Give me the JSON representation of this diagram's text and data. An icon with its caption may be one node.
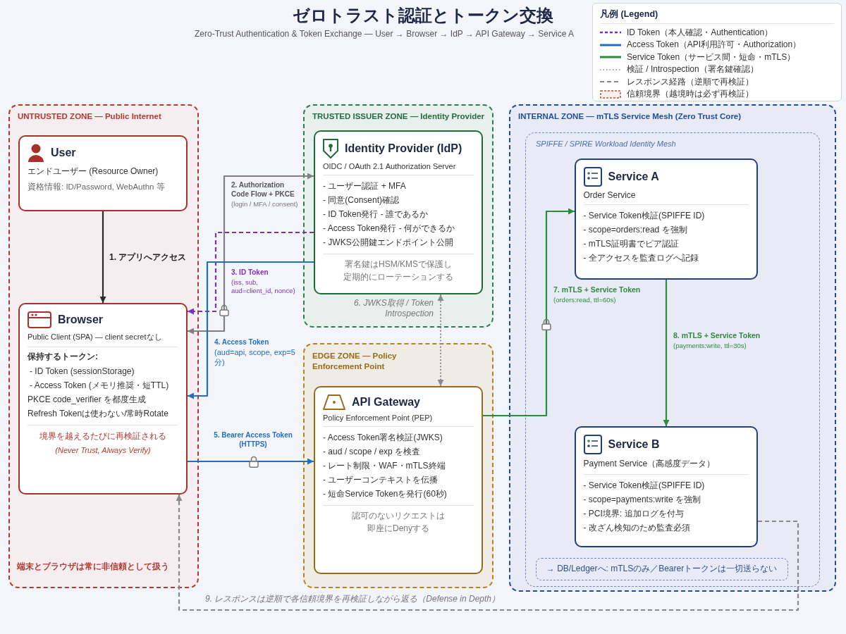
{
  "diagram": {
    "title": "ゼロトラスト認証とトークン交換",
    "nodes": [
      {
        "text": [
          "UNTRUSTED ZONE — Public Internet",
          "端末とブラウザは常に非信頼として扱う"
        ]
      },
      {
        "text": [
          "User",
          "エンドユーザー (Resource Owner)",
          "資格情報: ID/Password, WebAuthn 等"
        ],
        "in": 0
      },
      {
        "text": [
          "Browser",
          "Public Client (SPA) — client secretなし",
          "保持するトークン:",
          "- ID Token (sessionStorage)",
          "- Access Token (メモリ推奨・短TTL)",
          "PKCE code_verifier を都度生成",
          "Refresh Tokenは使わない/常時Rotate",
          "境界を越えるたびに再検証される",
          "(Never Trust, Always Verify)"
        ],
        "in": 0
      },
      {
        "text": [
          "TRUSTED ISSUER ZONE — Identity Provider"
        ]
      },
      {
        "text": [
          "Identity Provider (IdP)",
          "OIDC / OAuth 2.1 Authorization Server",
          "- ユーザー認証 + MFA",
          "- 同意(Consent)確認",
          "- ID Token発行 - 誰であるか",
          "- Access Token発行 - 何ができるか",
          "- JWKS公開鍵エンドポイント公開",
          "署名鍵はHSM/KMSで保護し定期的にローテーションする"
        ],
        "in": 3
      },
      {
        "text": [
          "EDGE ZONE — Policy Enforcement Point"
        ]
      },
      {
        "text": [
          "API Gateway",
          "Policy Enforcement Point (PEP)",
          "- Access Token署名検証(JWKS)",
          "- aud / scope / exp を検査",
          "- レート制限・WAF・mTLS終端",
          "- ユーザーコンテキストを伝播",
          "- 短命Service Tokenを発行(60秒)",
          "認可のないリクエストは即座にDenyする"
        ],
        "in": 5
      },
      {
        "text": [
          "INTERNAL ZONE — mTLS Service Mesh (Zero Trust Core)"
        ]
      },
      {
        "text": [
          "SPIFFE / SPIRE Workload Identity Mesh"
        ],
        "in": 7
      },
      {
        "text": [
          "Service A",
          "Order Service",
          "- Service Token検証(SPIFFE ID)",
          "- scope=orders:read を強制",
          "- mTLS証明書でピア認証",
          "- 全アクセスを監査ログへ記録"
        ],
        "in": 8
      },
      {
        "text": [
          "Service B",
          "Payment Service（高感度データ）",
          "- Service Token検証(SPIFFE ID)",
          "- scope=payments:write を強制",
          "- PCI境界: 追加ログを付与",
          "- 改ざん検知のため監査必須"
        ],
        "in": 8
      },
      {
        "text": [
          "→ DB/Ledgerへ: mTLSのみ／Bearerトークンは一切送らない"
        ],
        "in": 8
      }
    ],
    "edges": [
      {
        "from": 1,
        "to": 2,
        "arrow": "to",
        "label": "1. アプリへアクセス",
        "color": "#2b2b2b"
      },
      {
        "from": 2,
        "to": 4,
        "arrow": "both",
        "label": "2. Authorization Code Flow + PKCE",
        "color": "#808080"
      },
      {
        "from": 4,
        "to": 2,
        "arrow": "to",
        "label": "3. ID Token",
        "style": "dashed",
        "color": "#7b2fbf"
      },
      {
        "from": 4,
        "to": 2,
        "arrow": "to",
        "label": "4. Access Token",
        "color": "#1f6fc5"
      },
      {
        "from": 2,
        "to": 6,
        "arrow": "to",
        "label": "5. Bearer Access Token (HTTPS)",
        "color": "#1f6fc5"
      },
      {
        "from": 6,
        "to": 4,
        "arrow": "both",
        "label": "6. JWKS取得 / Token Introspection",
        "style": "dashed",
        "color": "#8a8a8a"
      },
      {
        "from": 6,
        "to": 9,
        "arrow": "to",
        "label": "7. mTLS + Service Token",
        "color": "#2e8b3e"
      },
      {
        "from": 9,
        "to": 10,
        "arrow": "to",
        "label": "8. mTLS + Service Token",
        "color": "#2e8b3e"
      },
      {
        "from": 10,
        "to": 2,
        "arrow": "to",
        "label": "9. レスポンスは逆順で各信頼境界を再検証しながら返る（Defense in Depth）",
        "style": "dashed",
        "color": "#8a8a8a"
      }
    ],
    "labels": [
      "Zero-Trust Authentication & Token Exchange — User → Browser → IdP → API Gateway → Service A",
      "凡例 (Legend)",
      "(login / MFA / consent)",
      "(iss, sub, aud=client_id, nonce)",
      "(aud=api, scope, exp=5分)",
      "(orders:read, ttl=60s)",
      "(payments:write, ttl=30s)"
    ],
    "legend": [
      {
        "text": "ID Token（本人確認・Authentication）"
      },
      {
        "text": "Access Token（API利用許可・Authorization）"
      },
      {
        "text": "Service Token（サービス間・短命・mTLS）"
      },
      {
        "text": "検証 / Introspection（署名鍵確認）"
      },
      {
        "text": "レスポンス経路（逆順で再検証）"
      },
      {
        "text": "信頼境界（越境時は必ず再検証）"
      }
    ]
  }
}
